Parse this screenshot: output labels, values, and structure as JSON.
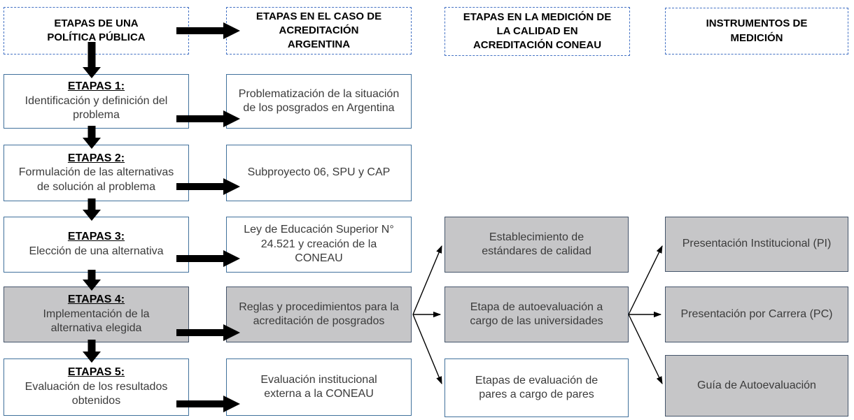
{
  "headers": {
    "col1": "ETAPAS DE UNA POLÍTICA PÚBLICA",
    "col2": "ETAPAS EN EL CASO DE ACREDITACIÓN ARGENTINA",
    "col3": "ETAPAS EN LA MEDICIÓN DE LA CALIDAD EN ACREDITACIÓN CONEAU",
    "col4": "INSTRUMENTOS DE MEDICIÓN"
  },
  "stages": {
    "s1": {
      "title": "ETAPAS 1:",
      "body": "Identificación y definición del problema"
    },
    "s2": {
      "title": "ETAPAS 2:",
      "body": "Formulación de las alternativas de solución al problema"
    },
    "s3": {
      "title": "ETAPAS 3:",
      "body": "Elección de una alternativa"
    },
    "s4": {
      "title": "ETAPAS 4:",
      "body": "Implementación de la alternativa elegida"
    },
    "s5": {
      "title": "ETAPAS 5:",
      "body": "Evaluación de los resultados obtenidos"
    }
  },
  "argentina": {
    "a1": "Problematización de la situación de los posgrados en Argentina",
    "a2": "Subproyecto 06, SPU y CAP",
    "a3": "Ley de Educación Superior N° 24.521 y creación de la CONEAU",
    "a4": "Reglas y procedimientos para la acreditación de posgrados",
    "a5": "Evaluación institucional externa a la CONEAU"
  },
  "coneau": {
    "c1": "Establecimiento de estándares de calidad",
    "c2": "Etapa de autoevaluación a cargo de las universidades",
    "c3": "Etapas de evaluación de pares a cargo de pares"
  },
  "instruments": {
    "i1": "Presentación Institucional (PI)",
    "i2": "Presentación por Carrera (PC)",
    "i3": "Guía de Autoevaluación"
  },
  "colors": {
    "box_gray_fill": "#C6C6C8",
    "solid_border": "#41719C",
    "gray_box_border": "#44546A",
    "dashed_border": "#4472C4",
    "arrow": "#000000",
    "body_text": "#3b3b3b",
    "heading_text": "#000000"
  }
}
